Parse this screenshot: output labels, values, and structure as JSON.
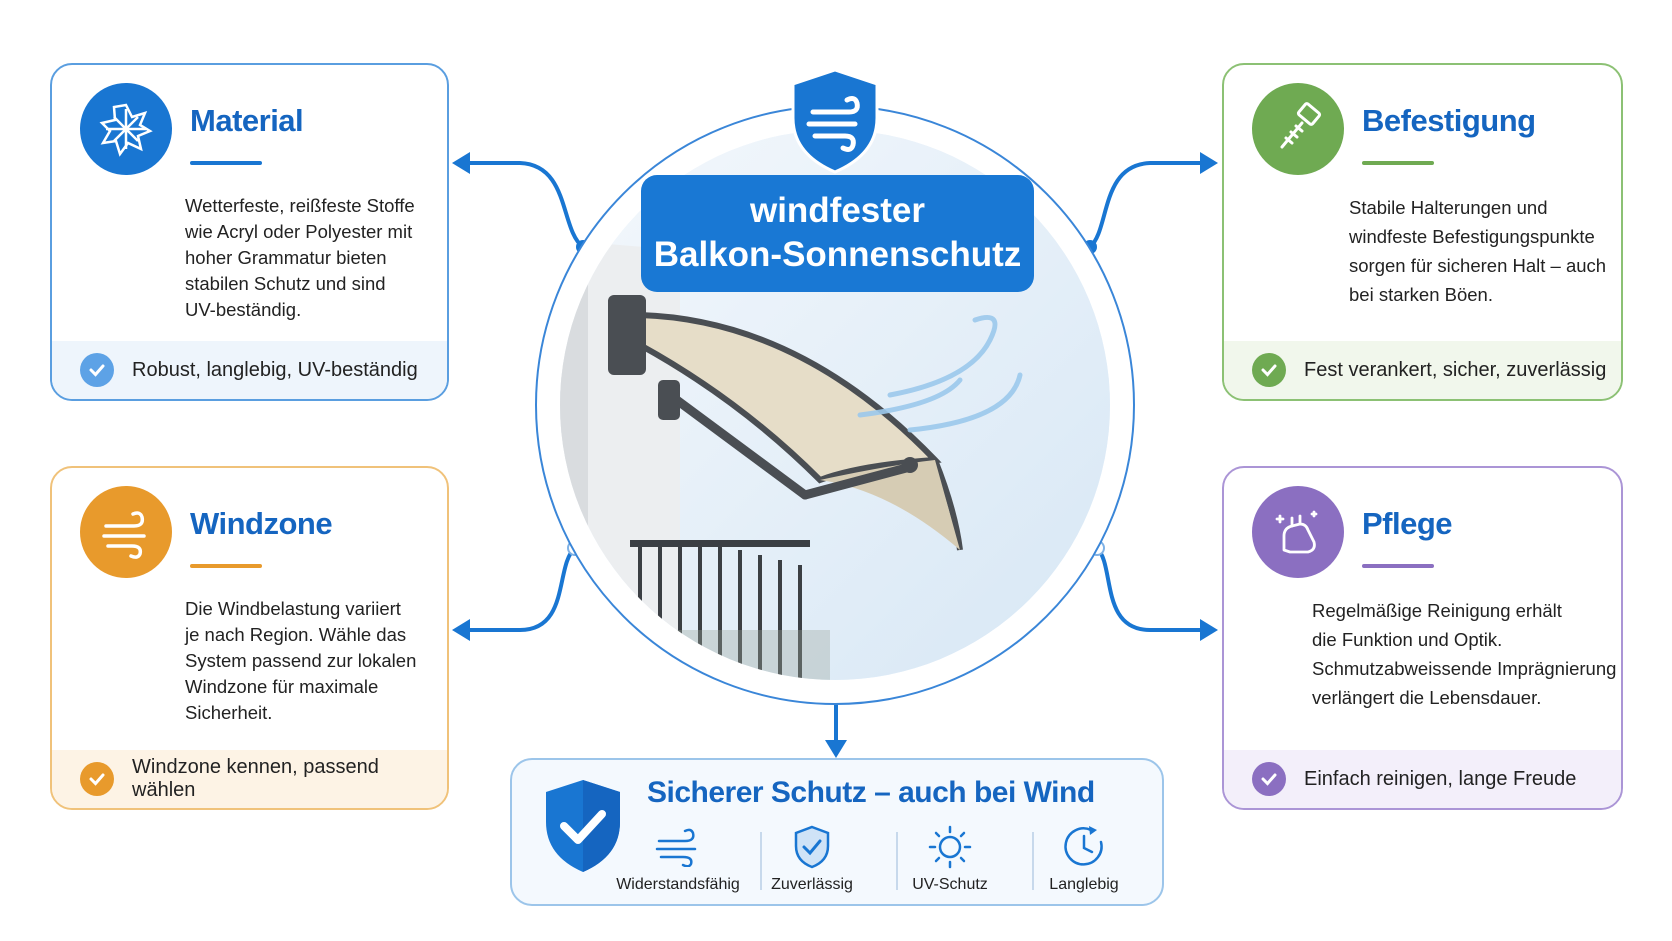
{
  "center": {
    "title_line1": "windfester",
    "title_line2": "Balkon-Sonnenschutz"
  },
  "cards": {
    "material": {
      "title": "Material",
      "desc": [
        "Wetterfeste, reißfeste Stoffe",
        "wie Acryl oder Polyester mit",
        "hoher Grammatur bieten",
        "stabilen Schutz und sind",
        "UV-beständig."
      ],
      "footer": "Robust, langlebig, UV-beständig",
      "color": "#1976d2"
    },
    "befestigung": {
      "title": "Befestigung",
      "desc": [
        "Stabile Halterungen und",
        "windfeste Befestigungspunkte",
        "sorgen für sicheren Halt – auch",
        "bei starken Böen."
      ],
      "footer": "Fest verankert, sicher, zuverlässig",
      "color": "#6faa52"
    },
    "windzone": {
      "title": "Windzone",
      "desc": [
        "Die Windbelastung variiert",
        "je nach Region. Wähle das",
        "System passend zur lokalen",
        "Windzone für maximale",
        "Sicherheit."
      ],
      "footer": "Windzone kennen, passend wählen",
      "color": "#e89a2c"
    },
    "pflege": {
      "title": "Pflege",
      "desc": [
        "Regelmäßige Reinigung erhält",
        "die Funktion und Optik.",
        "Schmutzabweissende Imprägnierung",
        "verlängert die Lebensdauer."
      ],
      "footer": "Einfach reinigen, lange Freude",
      "color": "#8b6fc1"
    }
  },
  "summary": {
    "title": "Sicherer Schutz – auch bei Wind",
    "features": [
      {
        "label": "Widerstandsfähig",
        "icon": "wind-icon"
      },
      {
        "label": "Zuverlässig",
        "icon": "shield-check-icon"
      },
      {
        "label": "UV-Schutz",
        "icon": "sun-icon"
      },
      {
        "label": "Langlebig",
        "icon": "clock-icon"
      }
    ]
  }
}
